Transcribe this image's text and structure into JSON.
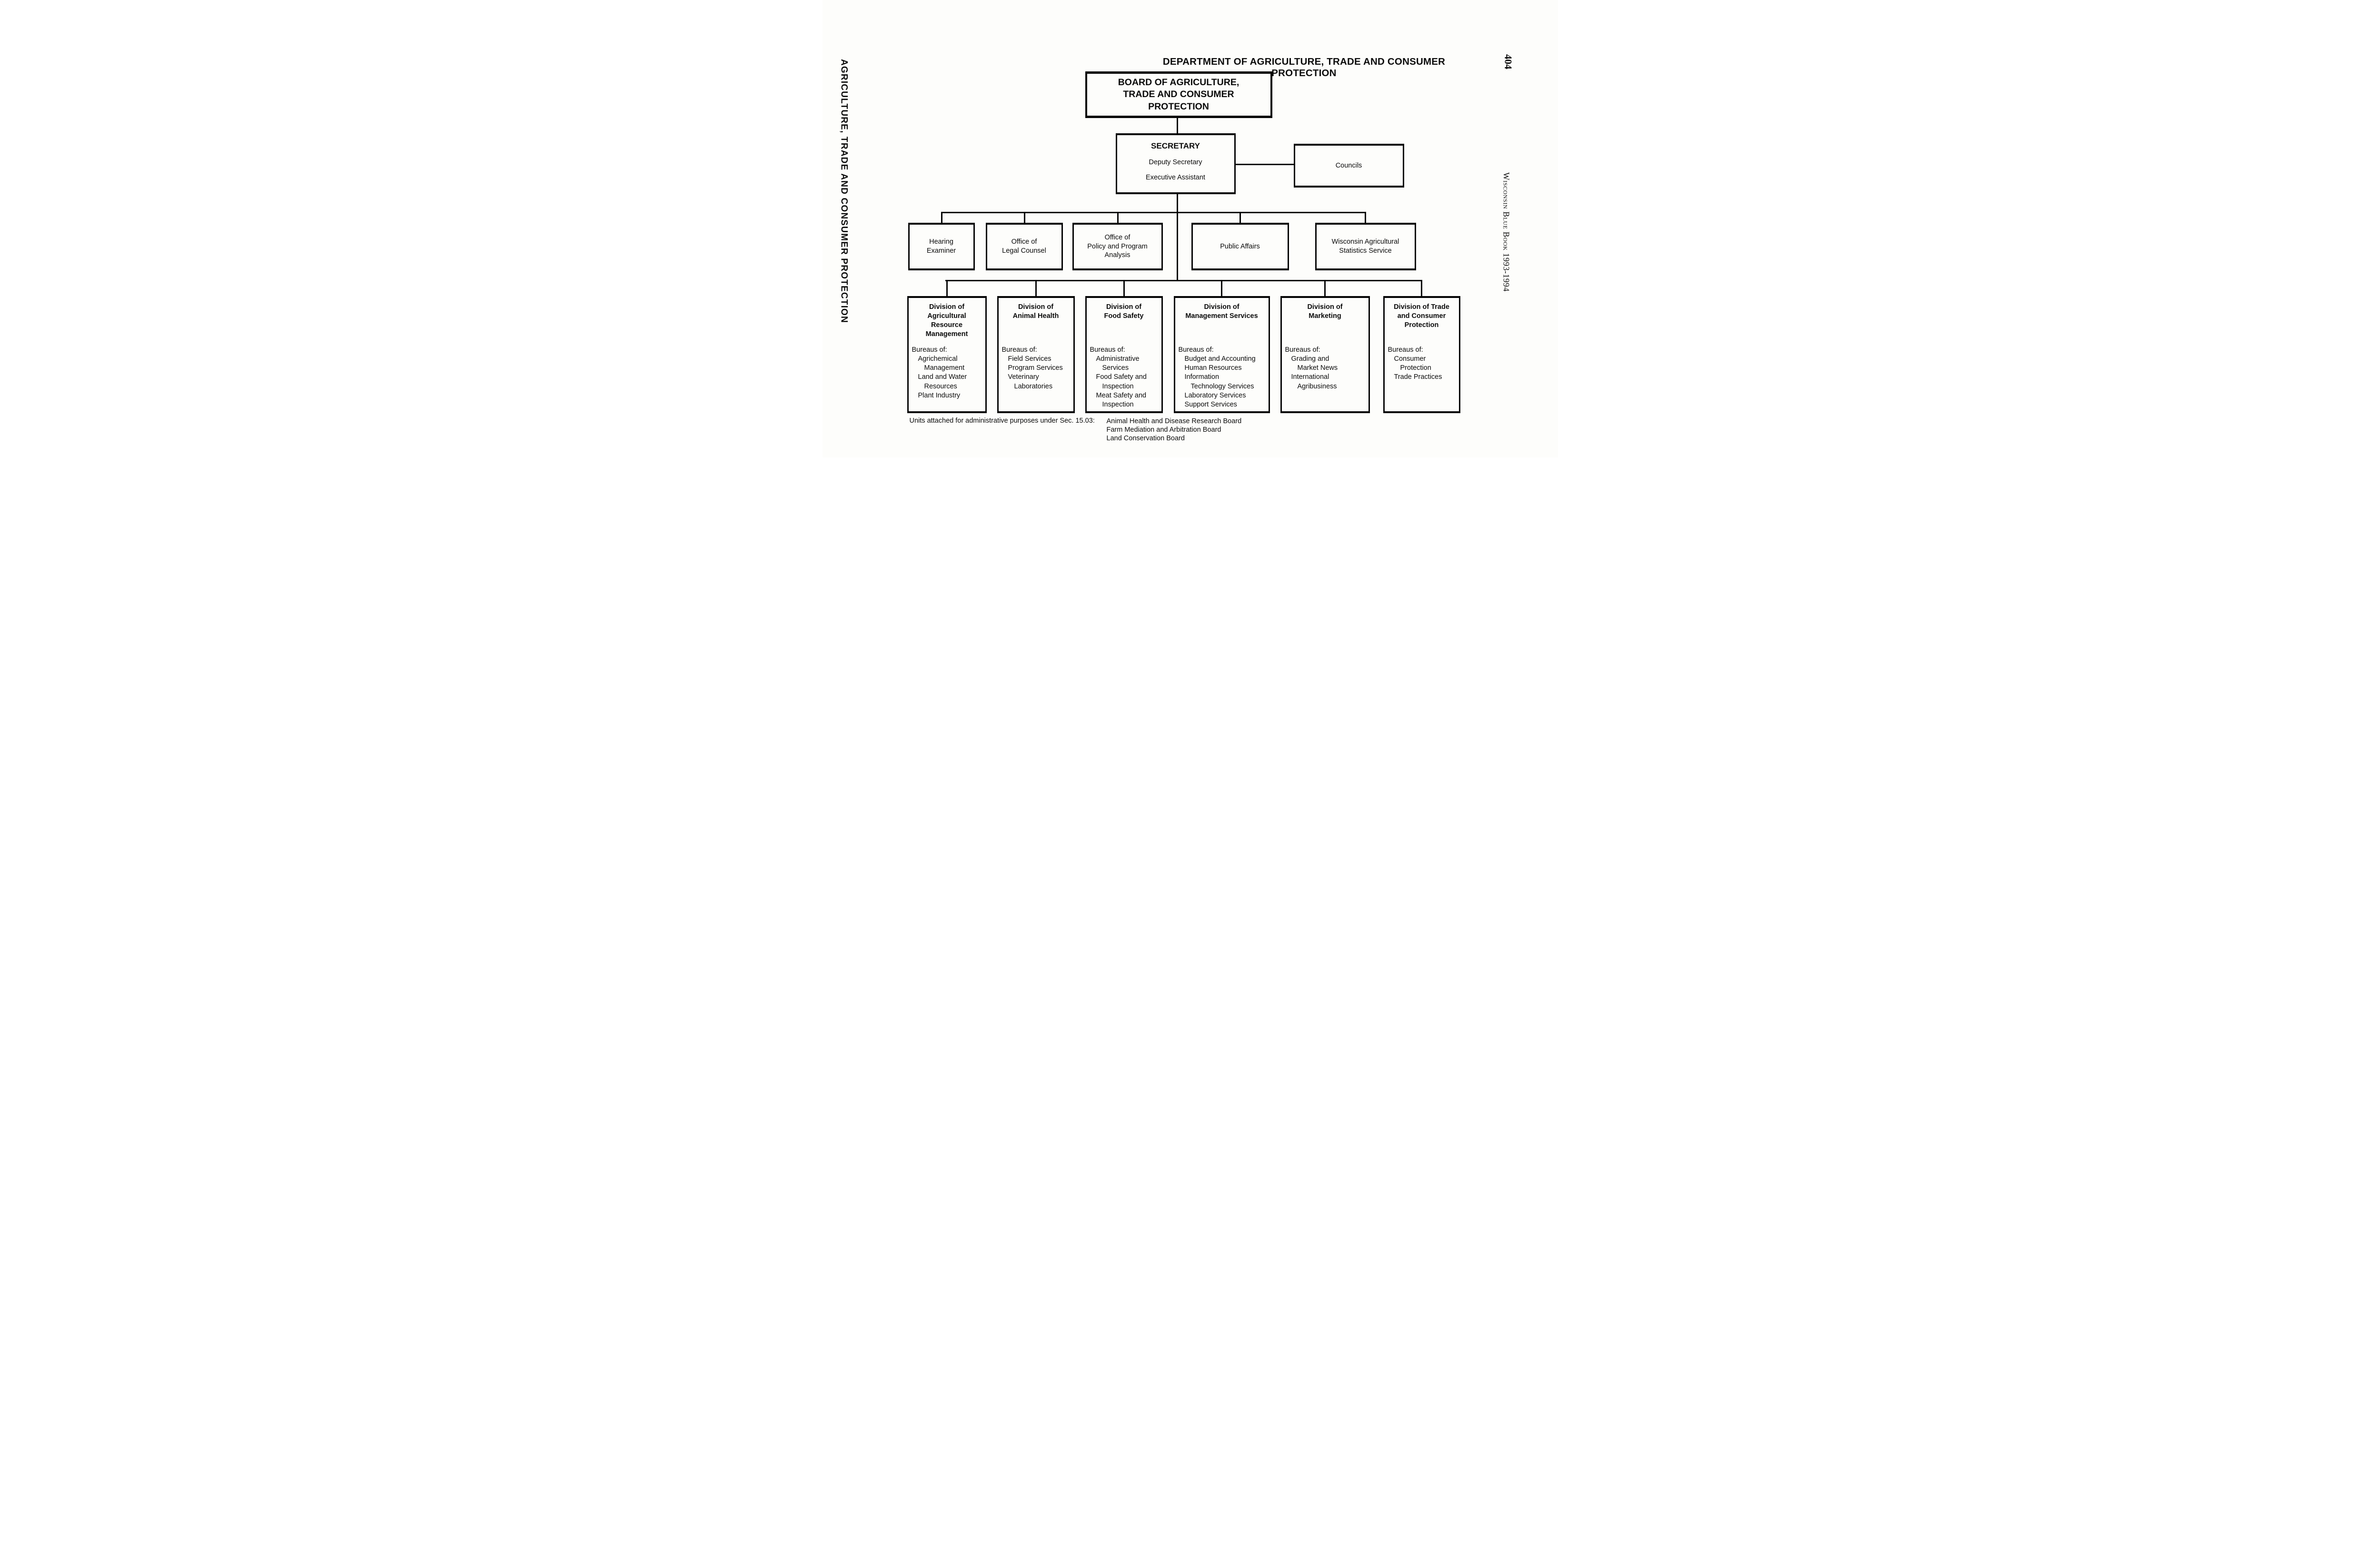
{
  "page": {
    "left_margin": "AGRICULTURE, TRADE AND CONSUMER PROTECTION",
    "page_number": "404",
    "right_margin": "Wisconsin Blue Book 1993-1994",
    "title": "DEPARTMENT OF AGRICULTURE, TRADE AND CONSUMER PROTECTION",
    "footer": {
      "label": "Units attached for administrative purposes under Sec. 15.03:",
      "units": [
        "Animal Health and Disease Research Board",
        "Farm Mediation and Arbitration Board",
        "Land Conservation Board"
      ]
    },
    "colors": {
      "ink": "#0a0a0a",
      "paper": "#fdfdfb"
    }
  },
  "org": {
    "board": "BOARD OF AGRICULTURE,\nTRADE AND CONSUMER\nPROTECTION",
    "secretary": {
      "title": "SECRETARY",
      "deputy": "Deputy Secretary",
      "assistant": "Executive Assistant"
    },
    "councils": "Councils",
    "offices": [
      "Hearing\nExaminer",
      "Office of\nLegal Counsel",
      "Office of\nPolicy and Program\nAnalysis",
      "Public Affairs",
      "Wisconsin Agricultural\nStatistics Service"
    ],
    "divisions": [
      {
        "title": "Division of\nAgricultural\nResource\nManagement",
        "bureaus_label": "Bureaus of:",
        "bureaus": [
          "Agrichemical\nManagement",
          "Land and Water\nResources",
          "Plant Industry"
        ]
      },
      {
        "title": "Division of\nAnimal Health",
        "bureaus_label": "Bureaus of:",
        "bureaus": [
          "Field Services",
          "Program Services",
          "Veterinary\nLaboratories"
        ]
      },
      {
        "title": "Division of\nFood Safety",
        "bureaus_label": "Bureaus of:",
        "bureaus": [
          "Administrative\nServices",
          "Food Safety and\nInspection",
          "Meat Safety and\nInspection"
        ]
      },
      {
        "title": "Division of\nManagement Services",
        "bureaus_label": "Bureaus of:",
        "bureaus": [
          "Budget and Accounting",
          "Human Resources",
          "Information\nTechnology Services",
          "Laboratory Services",
          "Support Services"
        ]
      },
      {
        "title": "Division of\nMarketing",
        "bureaus_label": "Bureaus of:",
        "bureaus": [
          "Grading and\nMarket News",
          "International\nAgribusiness"
        ]
      },
      {
        "title": "Division of Trade\nand Consumer\nProtection",
        "bureaus_label": "Bureaus of:",
        "bureaus": [
          "Consumer\nProtection",
          "Trade Practices"
        ]
      }
    ]
  }
}
